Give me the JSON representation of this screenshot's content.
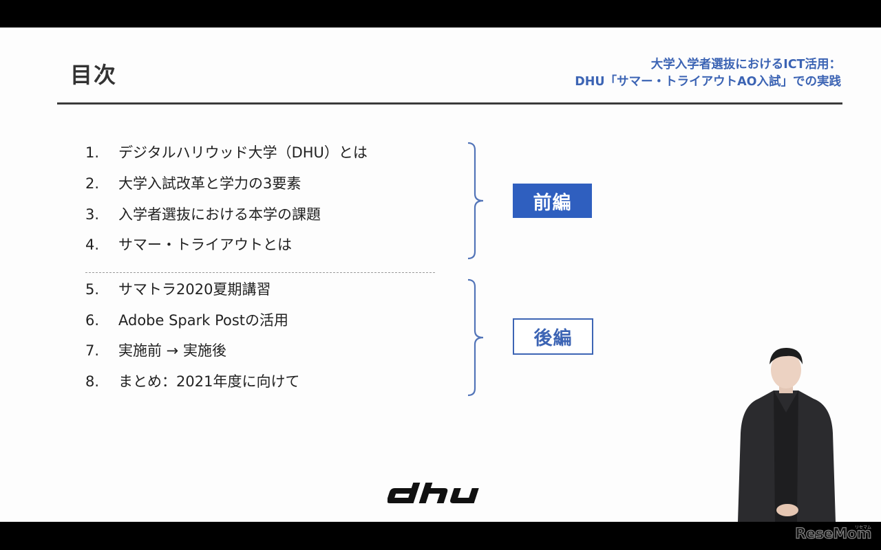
{
  "slide": {
    "title": "目次",
    "subtitle_line1": "大学入学者選抜におけるICT活用：",
    "subtitle_line2": "DHU「サマー・トライアウトAO入試」での実践",
    "accent_color": "#2f5fbf",
    "toc": [
      {
        "num": "1.",
        "label": "デジタルハリウッド大学（DHU）とは"
      },
      {
        "num": "2.",
        "label": "大学入試改革と学力の3要素"
      },
      {
        "num": "3.",
        "label": "入学者選抜における本学の課題"
      },
      {
        "num": "4.",
        "label": "サマー・トライアウトとは"
      },
      {
        "num": "5.",
        "label": "サマトラ2020夏期講習"
      },
      {
        "num": "6.",
        "label": "Adobe Spark Postの活用"
      },
      {
        "num": "7.",
        "label": "実施前 → 実施後"
      },
      {
        "num": "8.",
        "label": "まとめ：2021年度に向けて"
      }
    ],
    "groups": {
      "first": "前編",
      "second": "後編"
    },
    "logo_text": "dhu"
  },
  "watermark": {
    "text": "ReseMom",
    "sup": "リセマム"
  }
}
